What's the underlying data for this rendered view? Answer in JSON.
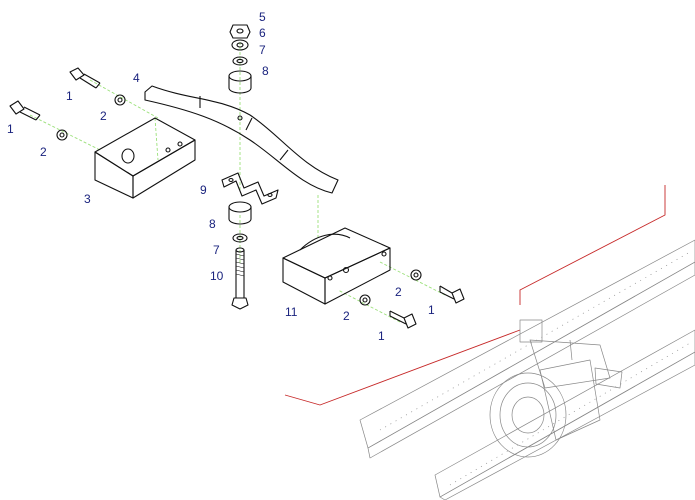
{
  "colors": {
    "line": "#111111",
    "callout": "#1a237e",
    "leader": "#9be07a",
    "detail": "#c62828",
    "frame": "#888888"
  },
  "callouts": {
    "c1a": "1",
    "c1b": "1",
    "c1c": "1",
    "c1d": "1",
    "c2a": "2",
    "c2b": "2",
    "c2c": "2",
    "c2d": "2",
    "c3": "3",
    "c4": "4",
    "c5": "5",
    "c6": "6",
    "c7a": "7",
    "c7b": "7",
    "c8a": "8",
    "c8b": "8",
    "c9": "9",
    "c10": "10",
    "c11": "11"
  }
}
